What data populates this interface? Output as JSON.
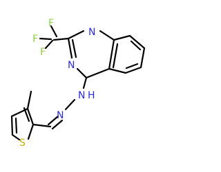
{
  "molecule": {
    "atoms": {
      "f1": "F",
      "f2": "F",
      "f3": "F",
      "n1": "N",
      "n3": "N",
      "nh": "N",
      "h": "H",
      "n_imine": "N",
      "s": "S"
    },
    "colors": {
      "bond": "#000000",
      "fluorine": "#8ccf3f",
      "nitrogen": "#2b2bd6",
      "sulfur": "#c9b100"
    }
  }
}
